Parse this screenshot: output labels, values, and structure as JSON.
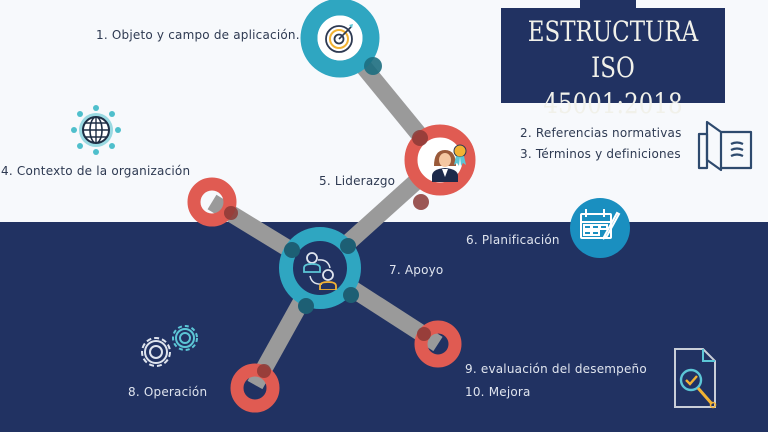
{
  "title": {
    "line1": "ESTRUCTURA",
    "line2": "ISO 45001:2018"
  },
  "clauses": {
    "c1": "1. Objeto y campo de aplicación.",
    "c2": "2. Referencias normativas",
    "c3": "3. Términos y definiciones",
    "c4": "4. Contexto de la organización",
    "c5": "5. Liderazgo",
    "c6": "6. Planificación",
    "c7": "7. Apoyo",
    "c8": "8. Operación",
    "c9": "9. evaluación del desempeño",
    "c10": "10. Mejora"
  },
  "icons": {
    "c1": "target-icon",
    "c2_3": "open-book-icon",
    "c4": "globe-network-icon",
    "c5": "leader-award-icon",
    "c6": "calendar-edit-icon",
    "c7": "people-exchange-icon",
    "c8": "gears-icon",
    "c9_10": "document-search-check-icon"
  },
  "colors": {
    "navy": "#213262",
    "background": "#f7f9fc",
    "teal": "#2fa6c1",
    "coral": "#e05b52",
    "connector_gray": "#9a9a9a",
    "orange_accent": "#f2b233"
  }
}
